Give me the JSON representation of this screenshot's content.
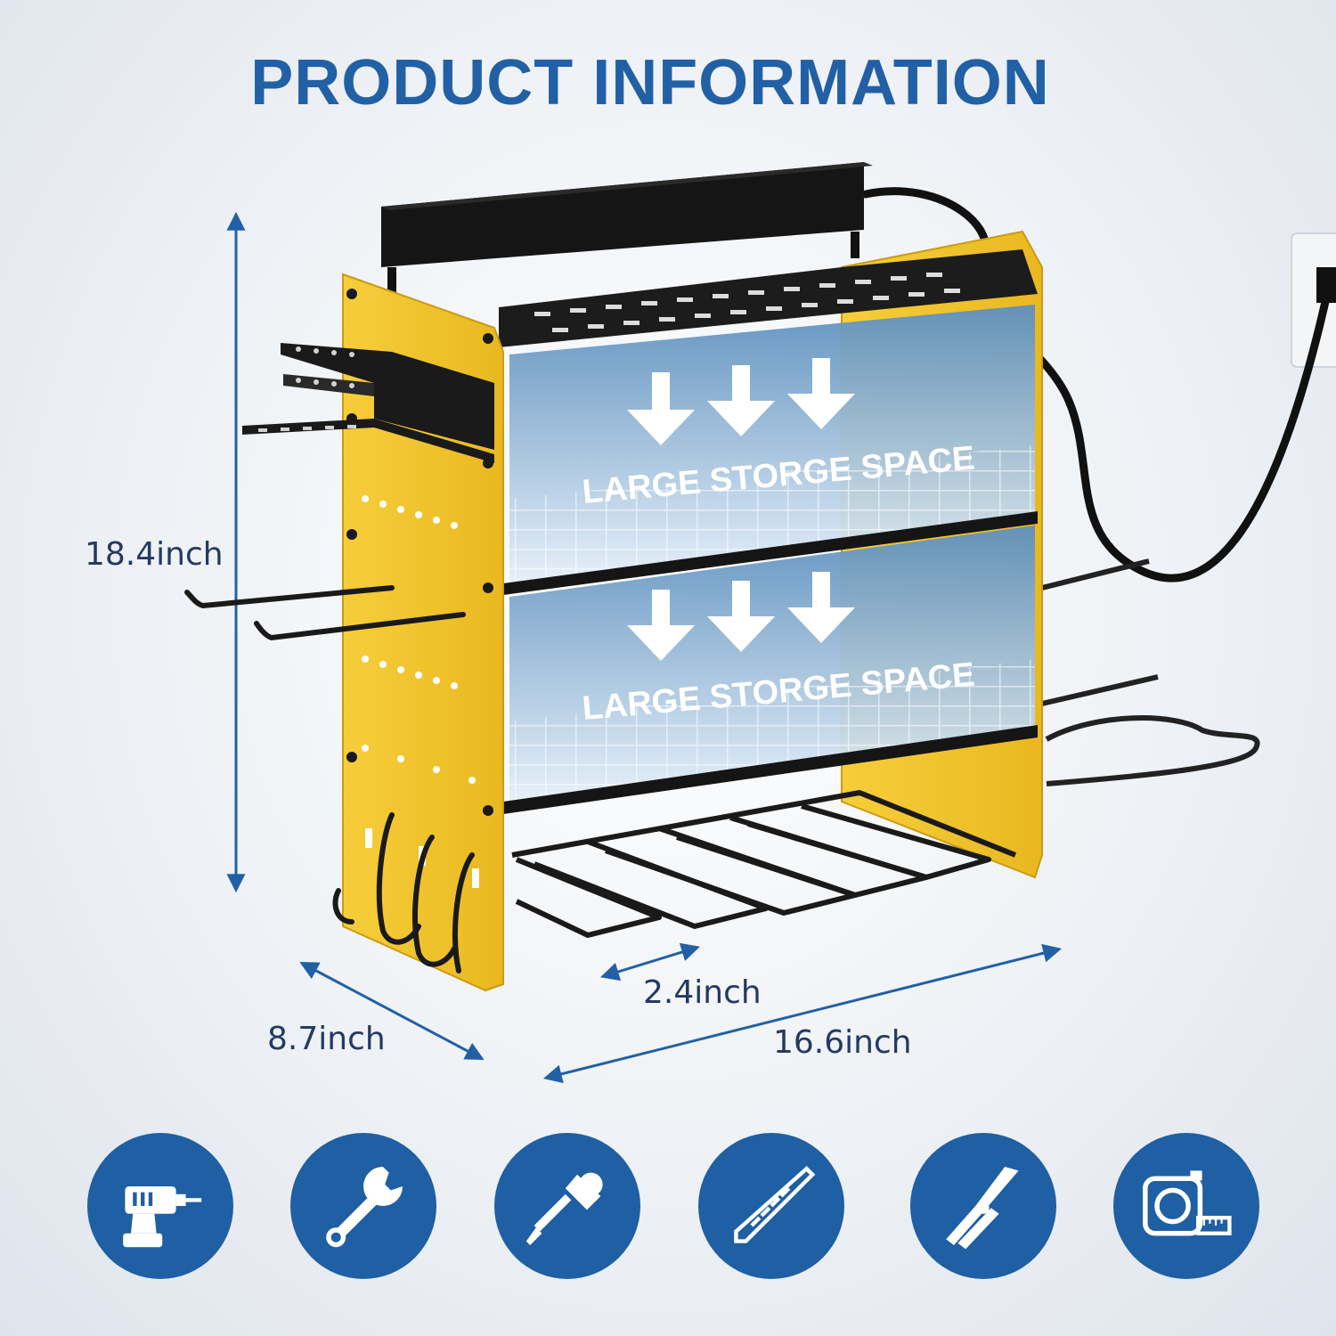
{
  "header": {
    "title": "PRODUCT INFORMATION"
  },
  "dimensions": {
    "height": "18.4inch",
    "depth": "8.7inch",
    "slot_gap": "2.4inch",
    "width": "16.6inch"
  },
  "shelves": [
    {
      "label": "LARGE STORGE SPACE"
    },
    {
      "label": "LARGE STORGE SPACE"
    }
  ],
  "colors": {
    "accent": "#2260a6",
    "rack_yellow": "#f2c42c",
    "rack_black": "#1b1b1b",
    "dimension_text": "#243a63"
  },
  "icons": [
    "drill-icon",
    "wrench-icon",
    "screwdriver-icon",
    "drill-bit-icon",
    "pliers-icon",
    "tape-measure-icon"
  ]
}
